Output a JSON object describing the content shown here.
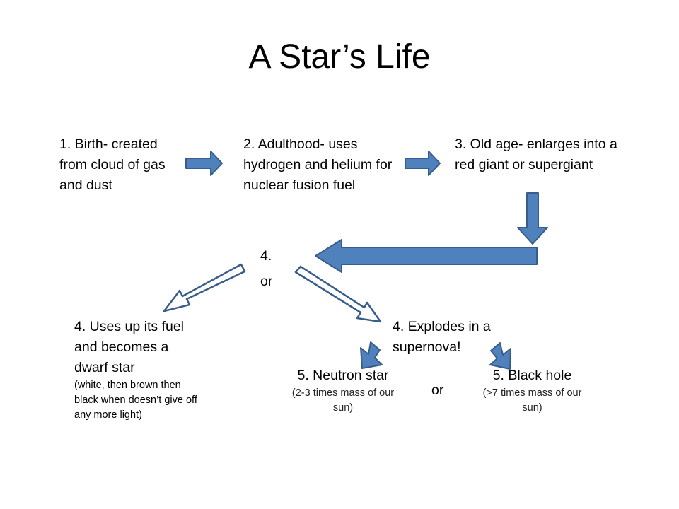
{
  "title": "A Star’s Life",
  "steps": {
    "birth": "1. Birth- created from cloud of gas and dust",
    "adulthood": "2. Adulthood- uses hydrogen and helium for nuclear fusion fuel",
    "old_age": "3. Old age- enlarges into a red giant or supergiant",
    "four": "4.",
    "or_1": "or",
    "dwarf_main": "4. Uses up its fuel and becomes a dwarf star",
    "dwarf_sub": "(white, then brown then black when doesn’t give off any more light)",
    "explodes": "4. Explodes in a supernova!",
    "neutron_title": "5. Neutron star",
    "neutron_sub": "(2-3 times mass of our sun)",
    "or_2": "or",
    "blackhole_title": "5. Black hole",
    "blackhole_sub": "(>7 times mass of our sun)"
  },
  "colors": {
    "arrow_fill": "#4f81bd",
    "arrow_stroke": "#385d8a",
    "outline_fill": "#ffffff"
  }
}
